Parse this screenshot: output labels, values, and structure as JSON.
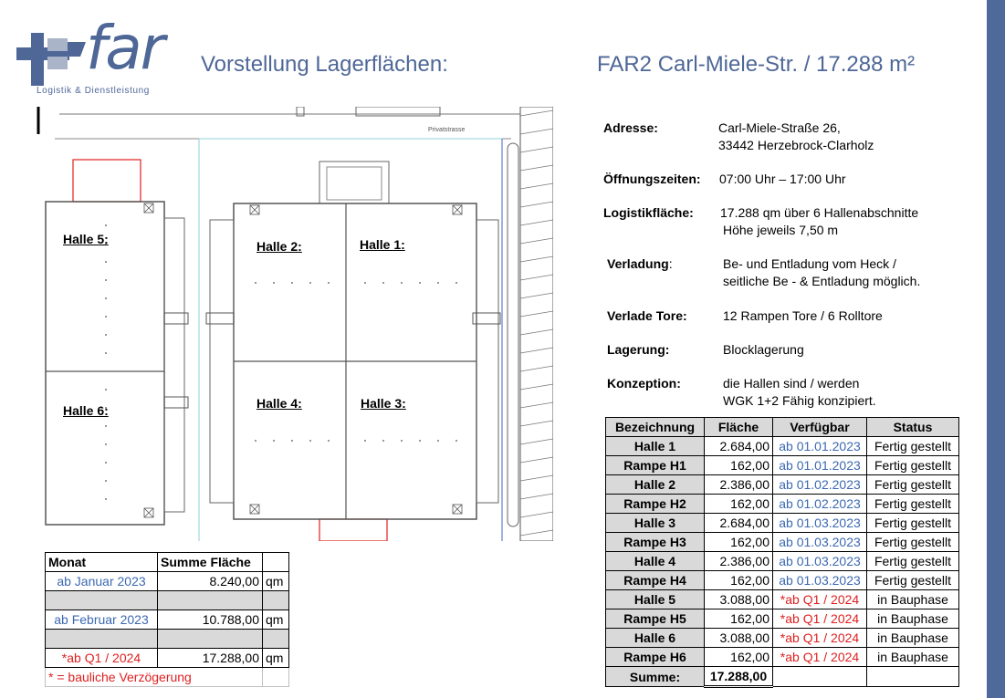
{
  "logo": {
    "word": "far",
    "subtitle": "Logistik & Dienstleistung"
  },
  "title_left": "Vorstellung Lagerflächen:",
  "title_right": "FAR2 Carl-Miele-Str. / 17.288 m²",
  "plan": {
    "road_label": "Privatstrasse",
    "halls": [
      "Halle 5:",
      "Halle 2:",
      "Halle 1:",
      "Halle 6:",
      "Halle 4:",
      "Halle 3:"
    ]
  },
  "info": {
    "address_label": "Adresse:",
    "address_line1": "Carl-Miele-Straße  26,",
    "address_line2": "33442 Herzebrock-Clarholz",
    "hours_label": "Öffnungszeiten:",
    "hours_value": "07:00 Uhr – 17:00 Uhr",
    "area_label": "Logistikfläche:",
    "area_line1": "17.288 qm über 6 Hallenabschnitte",
    "area_line2": "Höhe jeweils 7,50 m",
    "loading_label": "Verladung",
    "loading_colon": ":",
    "loading_line1": "Be- und Entladung vom Heck /",
    "loading_line2": "seitliche Be - & Entladung möglich.",
    "gates_label": "Verlade Tore:",
    "gates_value": "12 Rampen Tore / 6 Rolltore",
    "storage_label": "Lagerung:",
    "storage_value": "Blocklagerung",
    "concept_label": "Konzeption:",
    "concept_line1": "die Hallen sind / werden",
    "concept_line2": "WGK 1+2 Fähig konzipiert."
  },
  "hall_table": {
    "headers": [
      "Bezeichnung",
      "Fläche",
      "Verfügbar",
      "Status"
    ],
    "rows": [
      [
        "Halle 1",
        "2.684,00",
        "ab 01.01.2023",
        "Fertig gestellt"
      ],
      [
        "Rampe H1",
        "162,00",
        "ab 01.01.2023",
        "Fertig gestellt"
      ],
      [
        "Halle 2",
        "2.386,00",
        "ab 01.02.2023",
        "Fertig gestellt"
      ],
      [
        "Rampe H2",
        "162,00",
        "ab 01.02.2023",
        "Fertig gestellt"
      ],
      [
        "Halle 3",
        "2.684,00",
        "ab 01.03.2023",
        "Fertig gestellt"
      ],
      [
        "Rampe H3",
        "162,00",
        "ab 01.03.2023",
        "Fertig gestellt"
      ],
      [
        "Halle 4",
        "2.386,00",
        "ab 01.03.2023",
        "Fertig gestellt"
      ],
      [
        "Rampe H4",
        "162,00",
        "ab 01.03.2023",
        "Fertig gestellt"
      ],
      [
        "Halle 5",
        "3.088,00",
        "*ab Q1 / 2024",
        "in Bauphase"
      ],
      [
        "Rampe H5",
        "162,00",
        "*ab Q1 / 2024",
        "in Bauphase"
      ],
      [
        "Halle 6",
        "3.088,00",
        "*ab Q1 / 2024",
        "in Bauphase"
      ],
      [
        "Rampe H6",
        "162,00",
        "*ab Q1 / 2024",
        "in Bauphase"
      ]
    ],
    "sum_label": "Summe:",
    "sum_value": "17.288,00"
  },
  "month_table": {
    "headers": [
      "Monat",
      "Summe Fläche",
      ""
    ],
    "rows": [
      [
        "ab Januar 2023",
        "8.240,00",
        "qm"
      ],
      [
        "ab Februar 2023",
        "10.788,00",
        "qm"
      ],
      [
        "*ab Q1 / 2024",
        "17.288,00",
        "qm"
      ]
    ],
    "footnote": "* = bauliche Verzögerung"
  },
  "colors": {
    "brand": "#4e6797",
    "side_bar": "#4f6a9a",
    "available_soon": "#3b69b1",
    "delayed": "#e02020"
  }
}
